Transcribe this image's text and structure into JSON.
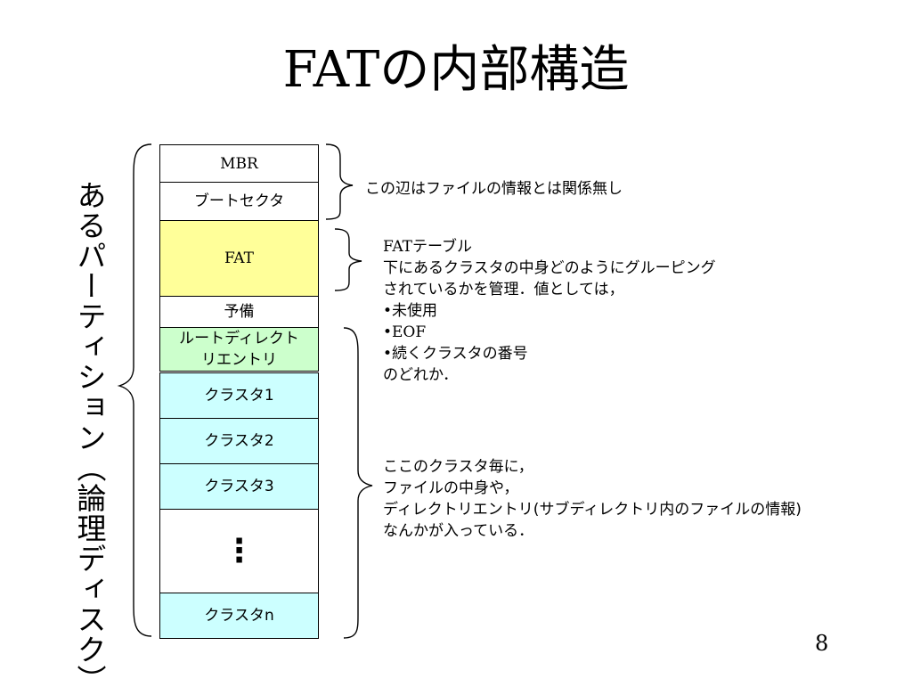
{
  "title": "FATの内部構造",
  "side_label": "あるパーティション（論理ディスク）",
  "blocks": [
    {
      "label": "MBR",
      "color": "#ffffff"
    },
    {
      "label": "ブートセクタ",
      "color": "#ffffff"
    },
    {
      "label": "FAT",
      "color": "#ffff99"
    },
    {
      "label": "予備",
      "color": "#ffffff"
    },
    {
      "label": "ルートディレクトリエントリ",
      "color": "#ccffcc"
    },
    {
      "label": "クラスタ1",
      "color": "#ccffff"
    },
    {
      "label": "クラスタ2",
      "color": "#ccffff"
    },
    {
      "label": "クラスタ3",
      "color": "#ccffff"
    },
    {
      "label": "⋮",
      "color": "#ffffff"
    },
    {
      "label": "クラスタn",
      "color": "#ccffff"
    }
  ],
  "notes": {
    "boot_note": "この辺はファイルの情報とは関係無し",
    "fat_note": [
      "FATテーブル",
      "下にあるクラスタの中身どのようにグルーピング",
      "されているかを管理．値としては，",
      "•未使用",
      "•EOF",
      "•続くクラスタの番号",
      "のどれか．"
    ],
    "cluster_note": [
      "ここのクラスタ毎に，",
      "ファイルの中身や，",
      "ディレクトリエントリ(サブディレクトリ内のファイルの情報)",
      "なんかが入っている．"
    ]
  },
  "page_number": "8"
}
